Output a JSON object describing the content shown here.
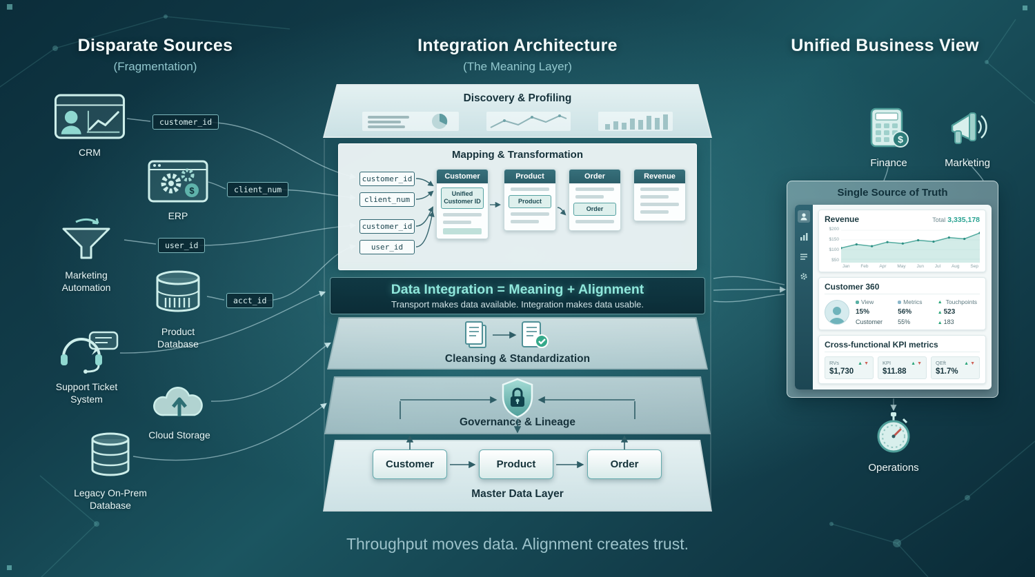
{
  "caption": "Throughput moves data. Alignment creates trust.",
  "left": {
    "title": "Disparate Sources",
    "subtitle": "(Fragmentation)",
    "sources": [
      {
        "label": "CRM"
      },
      {
        "label": "ERP"
      },
      {
        "label": "Marketing Automation"
      },
      {
        "label": "Product Database"
      },
      {
        "label": "Support Ticket System"
      },
      {
        "label": "Cloud Storage"
      },
      {
        "label": "Legacy On-Prem Database"
      }
    ],
    "field_tags": [
      "customer_id",
      "client_num",
      "user_id",
      "acct_id"
    ]
  },
  "center": {
    "title": "Integration Architecture",
    "subtitle": "(The Meaning Layer)",
    "discovery_title": "Discovery & Profiling",
    "mapping": {
      "title": "Mapping & Transformation",
      "pills": [
        "customer_id",
        "client_num",
        "customer_id",
        "user_id"
      ],
      "cards": [
        {
          "header": "Customer",
          "highlight": "Unified Customer ID"
        },
        {
          "header": "Product",
          "highlight": "Product"
        },
        {
          "header": "Order",
          "highlight": "Order"
        },
        {
          "header": "Revenue"
        }
      ]
    },
    "banner_title": "Data Integration = Meaning + Alignment",
    "banner_subtitle": "Transport makes data available. Integration makes data usable.",
    "cleansing_title": "Cleansing & Standardization",
    "governance_title": "Governance & Lineage",
    "master_title": "Master Data Layer",
    "master_entities": [
      "Customer",
      "Product",
      "Order"
    ]
  },
  "right": {
    "title": "Unified Business View",
    "dept_icons": [
      {
        "label": "Finance"
      },
      {
        "label": "Marketing"
      },
      {
        "label": "Operations"
      }
    ],
    "dashboard": {
      "title": "Single Source of Truth",
      "revenue": {
        "title": "Revenue",
        "total_label": "Total",
        "total_value": "3,335,178",
        "y_ticks": [
          "$200",
          "$150",
          "$100",
          "$50"
        ],
        "x_ticks": [
          "Jan",
          "Feb",
          "Apr",
          "May",
          "Jun",
          "Jul",
          "Aug",
          "Sep"
        ],
        "series": [
          58,
          74,
          66,
          84,
          78,
          92,
          86,
          104,
          98,
          124
        ]
      },
      "customer360": {
        "title": "Customer 360",
        "headers": [
          "View",
          "Metrics",
          "Touchpoints"
        ],
        "rows": [
          [
            "15%",
            "56%",
            "523"
          ],
          [
            "Customer",
            "55%",
            "183"
          ]
        ]
      },
      "kpi": {
        "title": "Cross-functional KPI metrics",
        "cards": [
          {
            "label": "RVs",
            "value": "$1,730"
          },
          {
            "label": "KPI",
            "value": "$11.88"
          },
          {
            "label": "QEft",
            "value": "$1.7%"
          }
        ]
      }
    }
  }
}
